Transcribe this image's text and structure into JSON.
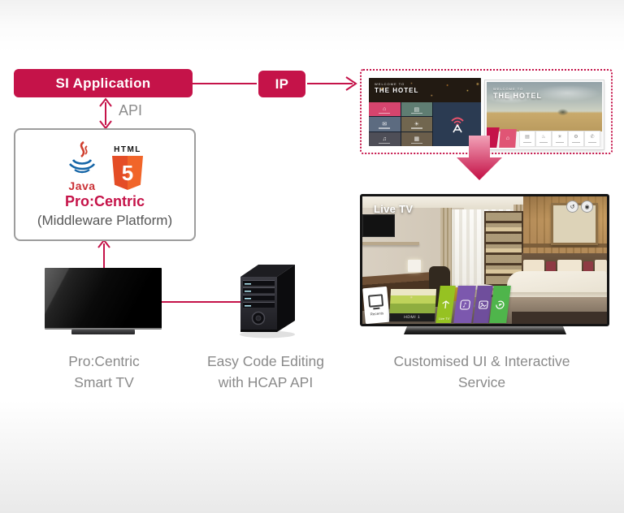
{
  "colors": {
    "accent": "#C51349",
    "pink": "#E05575",
    "gray_text": "#8A8A8A",
    "navy": "#2B3B52"
  },
  "flow": {
    "si_application": "SI Application",
    "api": "API",
    "ip": "IP"
  },
  "middleware": {
    "java_word": "Java",
    "html_word": "HTML",
    "html_digit": "5",
    "title": "Pro:Centric",
    "subtitle": "(Middleware Platform)"
  },
  "captions": {
    "tv": [
      "Pro:Centric",
      "Smart TV"
    ],
    "server": [
      "Easy Code Editing",
      "with HCAP API"
    ],
    "service": [
      "Customised UI & Interactive",
      "Service"
    ]
  },
  "preview_left": {
    "welcome": "WELCOME TO",
    "title": "THE HOTEL"
  },
  "preview_right": {
    "welcome": "WELCOME TO",
    "title": "THE HOTEL"
  },
  "big_tv": {
    "badge": "Live TV",
    "recents_label": "Recents",
    "hdmi_label": "HDMI 1",
    "live_tile_label": "Live TV"
  },
  "icons": {
    "java": "java-cup",
    "html5": "html5-shield",
    "antenna": "broadcast-antenna",
    "back": "back-arrow",
    "record": "record-dot",
    "music": "music-app",
    "photo": "photo-app",
    "share": "screen-share-app",
    "tv_input": "tv-input"
  }
}
